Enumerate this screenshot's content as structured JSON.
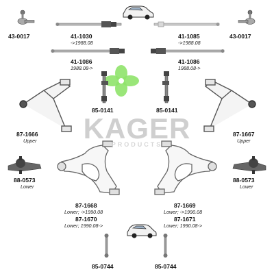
{
  "brand": {
    "name": "KAGER",
    "tagline": "PRODUCTS",
    "accent": "#7ed957"
  },
  "parts": {
    "tie_rod_end_left": {
      "number": "43-0017"
    },
    "tie_rod_end_right": {
      "number": "43-0017"
    },
    "axial_rod_1030": {
      "number": "41-1030",
      "note": "->1988.08"
    },
    "axial_rod_1085": {
      "number": "41-1085",
      "note": "->1988.08"
    },
    "axial_rod_1086_left": {
      "number": "41-1086",
      "note": "1988.08->"
    },
    "axial_rod_1086_right": {
      "number": "41-1086",
      "note": "1988.08->"
    },
    "stabilizer_link_left": {
      "number": "85-0141"
    },
    "stabilizer_link_right": {
      "number": "85-0141"
    },
    "upper_arm_left": {
      "number": "87-1666",
      "note": "Upper"
    },
    "upper_arm_right": {
      "number": "87-1667",
      "note": "Upper"
    },
    "ball_joint_left": {
      "number": "88-0573",
      "note": "Lower"
    },
    "ball_joint_right": {
      "number": "88-0573",
      "note": "Lower"
    },
    "lower_arm_1668": {
      "number": "87-1668",
      "note": "Lower; ->1990.08"
    },
    "lower_arm_1670": {
      "number": "87-1670",
      "note": "Lower; 1990.08->"
    },
    "lower_arm_1669": {
      "number": "87-1669",
      "note": "Lower; ->1990.08"
    },
    "lower_arm_1671": {
      "number": "87-1671",
      "note": "Lower; 1990.08->"
    },
    "rear_link_left": {
      "number": "85-0744"
    },
    "rear_link_right": {
      "number": "85-0744"
    }
  },
  "icons": [
    "car-front-icon",
    "car-rear-icon",
    "kager-clover-logo"
  ]
}
